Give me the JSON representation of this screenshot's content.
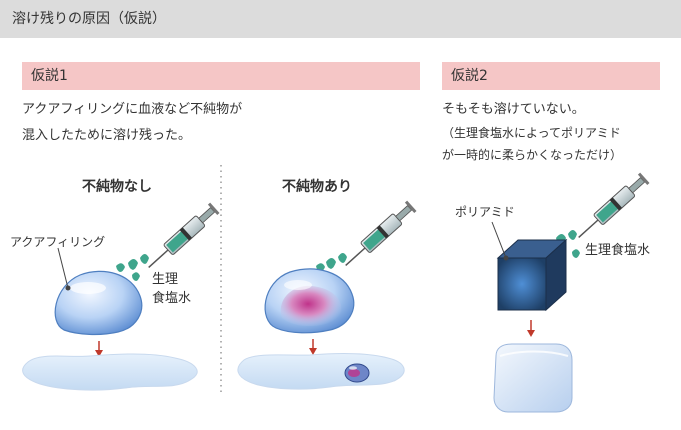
{
  "header": {
    "title": "溶け残りの原因（仮説）"
  },
  "hypothesis1": {
    "label": "仮説1",
    "line1": "アクアフィリングに血液など不純物が",
    "line2": "混入したために溶け残った。",
    "left_title": "不純物なし",
    "right_title": "不純物あり",
    "implant_label": "アクアフィリング",
    "saline_line1": "生理",
    "saline_line2": "食塩水"
  },
  "hypothesis2": {
    "label": "仮説2",
    "line1": "そもそも溶けていない。",
    "line2": "（生理食塩水によってポリアミド",
    "line3": "が一時的に柔らかくなっただけ）",
    "polyamide_label": "ポリアミド",
    "saline_label": "生理食塩水"
  },
  "colors": {
    "header_bg": "#dcdcdc",
    "label_bg": "#f5c6c6",
    "arrow": "#c0392b"
  }
}
